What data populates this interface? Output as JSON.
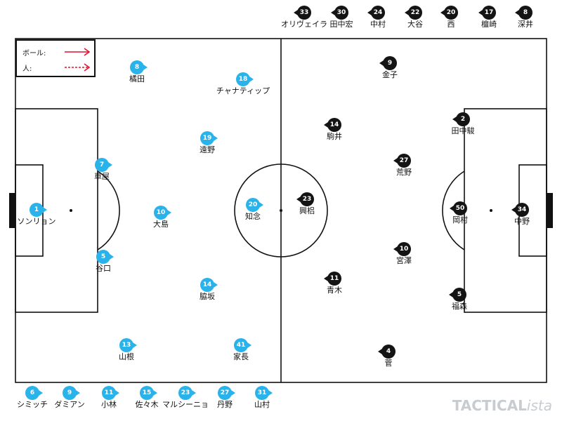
{
  "legend": {
    "ball_label": "ボール:",
    "person_label": "人:",
    "ball_color": "#e0102f",
    "person_color": "#e0102f"
  },
  "colors": {
    "home": "#29b3ea",
    "away": "#141414",
    "pitch_lines": "#111111"
  },
  "watermark": {
    "main": "TACTICAL",
    "suffix": "ista"
  },
  "home": {
    "on_pitch": [
      {
        "number": "1",
        "name": "ソンリョン"
      },
      {
        "number": "7",
        "name": "車屋"
      },
      {
        "number": "5",
        "name": "谷口"
      },
      {
        "number": "10",
        "name": "大島"
      },
      {
        "number": "8",
        "name": "橘田"
      },
      {
        "number": "19",
        "name": "遠野"
      },
      {
        "number": "14",
        "name": "脇坂"
      },
      {
        "number": "13",
        "name": "山根"
      },
      {
        "number": "18",
        "name": "チャナティップ"
      },
      {
        "number": "20",
        "name": "知念"
      },
      {
        "number": "41",
        "name": "家長"
      }
    ],
    "bench": [
      {
        "number": "6",
        "name": "シミッチ"
      },
      {
        "number": "9",
        "name": "ダミアン"
      },
      {
        "number": "11",
        "name": "小林"
      },
      {
        "number": "15",
        "name": "佐々木"
      },
      {
        "number": "23",
        "name": "マルシーニョ"
      },
      {
        "number": "27",
        "name": "丹野"
      },
      {
        "number": "31",
        "name": "山村"
      }
    ]
  },
  "away": {
    "on_pitch": [
      {
        "number": "34",
        "name": "中野"
      },
      {
        "number": "50",
        "name": "岡村"
      },
      {
        "number": "2",
        "name": "田中駿"
      },
      {
        "number": "5",
        "name": "福森"
      },
      {
        "number": "27",
        "name": "荒野"
      },
      {
        "number": "10",
        "name": "宮澤"
      },
      {
        "number": "9",
        "name": "金子"
      },
      {
        "number": "14",
        "name": "駒井"
      },
      {
        "number": "23",
        "name": "興梠"
      },
      {
        "number": "11",
        "name": "青木"
      },
      {
        "number": "4",
        "name": "菅"
      }
    ],
    "bench": [
      {
        "number": "33",
        "name": "オリヴェイラ"
      },
      {
        "number": "30",
        "name": "田中宏"
      },
      {
        "number": "24",
        "name": "中村"
      },
      {
        "number": "22",
        "name": "大谷"
      },
      {
        "number": "20",
        "name": "西"
      },
      {
        "number": "17",
        "name": "檀崎"
      },
      {
        "number": "8",
        "name": "深井"
      }
    ]
  }
}
